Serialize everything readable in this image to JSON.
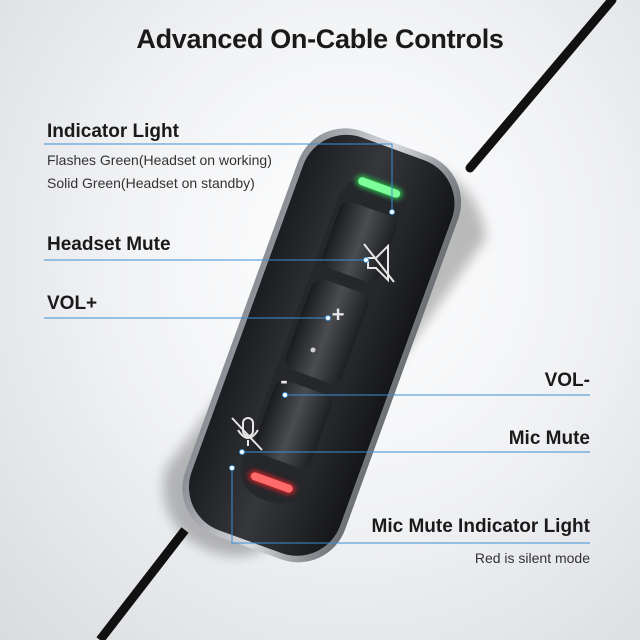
{
  "title": "Advanced On-Cable Controls",
  "callouts": {
    "indicator_light": {
      "label": "Indicator Light",
      "lines": [
        "Flashes Green(Headset on working)",
        "Solid Green(Headset on standby)"
      ],
      "led_color": "#2ee05a"
    },
    "headset_mute": {
      "label": "Headset Mute",
      "icon": "speaker-mute-icon"
    },
    "vol_plus": {
      "label": "VOL+",
      "symbol": "+"
    },
    "vol_minus": {
      "label": "VOL-",
      "symbol": "-"
    },
    "mic_mute": {
      "label": "Mic Mute",
      "icon": "mic-mute-icon"
    },
    "mic_mute_indicator": {
      "label": "Mic Mute Indicator Light",
      "note": "Red is silent mode",
      "led_color": "#f0202a"
    }
  },
  "colors": {
    "leader_line": "#3b8fd6",
    "controller_body": "#2a2b2e",
    "cable": "#111111"
  }
}
